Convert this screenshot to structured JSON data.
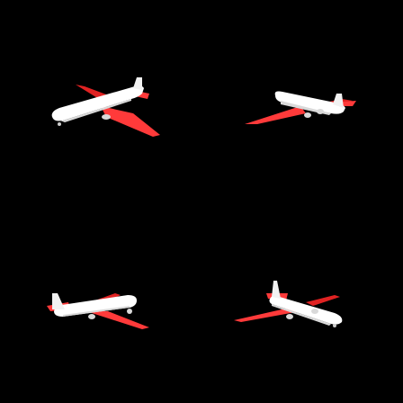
{
  "scene": {
    "background": "#000000",
    "body_color": "#ffffff",
    "body_shade": "#d9d9d9",
    "wing_color": "#ff3a3a",
    "wing_shade": "#e02222",
    "planes": [
      {
        "name": "airplane-render-top-left",
        "heading": "left",
        "view": "three-quarter-front"
      },
      {
        "name": "airplane-render-top-right",
        "heading": "right",
        "view": "three-quarter-rear"
      },
      {
        "name": "airplane-render-bottom-left",
        "heading": "right",
        "view": "three-quarter-rear"
      },
      {
        "name": "airplane-render-bottom-right",
        "heading": "right",
        "view": "three-quarter-front"
      }
    ]
  }
}
